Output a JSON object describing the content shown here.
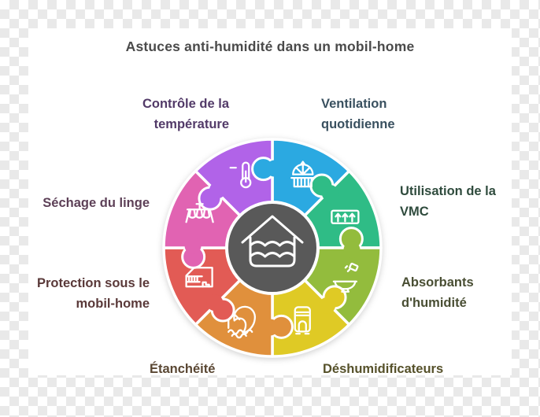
{
  "title": {
    "text": "Astuces anti-humidité dans un mobil-home",
    "color": "#4a4a4a"
  },
  "center": {
    "bg": "#595959",
    "icon": "house-water-icon"
  },
  "segments": [
    {
      "name": "Ventilation quotidienne",
      "lines": [
        "Ventilation",
        "quotidienne"
      ],
      "color": "#2ba9e1",
      "label_color": "#39505f",
      "icon": "open-window-icon"
    },
    {
      "name": "Utilisation de la VMC",
      "lines": [
        "Utilisation de la",
        "VMC"
      ],
      "color": "#2fbc86",
      "label_color": "#2f4b3d",
      "icon": "vmc-vent-icon"
    },
    {
      "name": "Absorbants d'humidité",
      "lines": [
        "Absorbants",
        "d'humidité"
      ],
      "color": "#93bc3d",
      "label_color": "#494e33",
      "icon": "absorber-bowl-icon"
    },
    {
      "name": "Déshumidificateurs",
      "lines": [
        "Déshumidificateurs"
      ],
      "color": "#dfca25",
      "label_color": "#56512a",
      "icon": "dehumidifier-icon"
    },
    {
      "name": "Étanchéité",
      "lines": [
        "Étanchéité"
      ],
      "color": "#e0903c",
      "label_color": "#5a4733",
      "icon": "wave-house-icon"
    },
    {
      "name": "Protection sous le mobil-home",
      "lines": [
        "Protection sous le",
        "mobil-home"
      ],
      "color": "#e25b55",
      "label_color": "#5a3939",
      "icon": "mobil-home-skirting-icon"
    },
    {
      "name": "Séchage du linge",
      "lines": [
        "Séchage du linge"
      ],
      "color": "#e163b2",
      "label_color": "#5d4057",
      "icon": "drying-rack-icon"
    },
    {
      "name": "Contrôle de la température",
      "lines": [
        "Contrôle de la",
        "température"
      ],
      "color": "#b163e8",
      "label_color": "#523a68",
      "icon": "thermometer-icon"
    }
  ]
}
